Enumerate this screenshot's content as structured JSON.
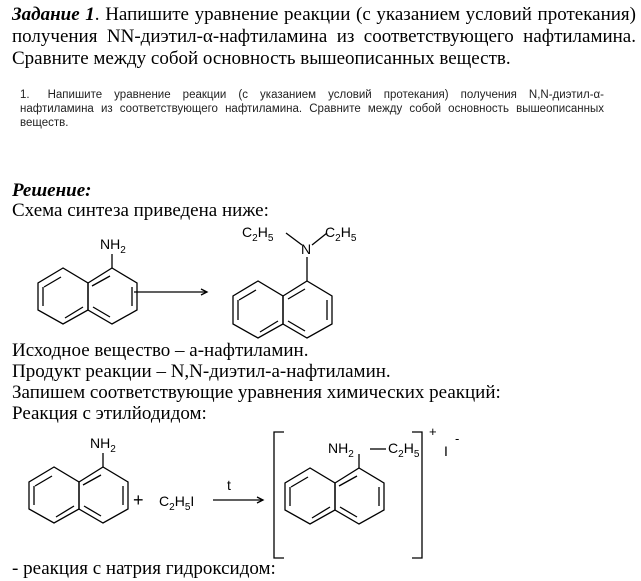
{
  "task": {
    "label": "Задание 1",
    "text": ". Напишите уравнение реакции (с указанием условий протекания) получения NN-диэтил-α-нафтиламина из соответствующего нафтиламина. Сравните между собой основность вышеописанных веществ."
  },
  "scan_excerpt": {
    "number": "1.",
    "text": "Напишите уравнение реакции (с указанием условий протекания) получения N,N-диэтил-α-нафтиламина из соответствующего нафтиламина. Сравните между собой основность вышеописанных веществ."
  },
  "solution": {
    "heading": "Решение:",
    "scheme_intro": "Схема синтеза приведена ниже:",
    "line_start": "Исходное вещество – а-нафтиламин.",
    "line_product": "Продукт реакции – N,N-диэтил-а-нафтиламин.",
    "line_equations": "Запишем соответствующие уравнения химических реакций:",
    "line_reaction1": "Реакция с этилйодидом:",
    "line_reaction2": "- реакция с натрия гидроксидом:"
  },
  "scheme1": {
    "reactant_group": "NH",
    "reactant_sub": "2",
    "product_left_group": "C",
    "product_left_sub1": "2",
    "product_left_mid": "H",
    "product_left_sub2": "5",
    "product_n": "N",
    "product_right_group": "C",
    "product_right_sub1": "2",
    "product_right_mid": "H",
    "product_right_sub2": "5"
  },
  "scheme2": {
    "reactant_group": "NH",
    "reactant_sub": "2",
    "plus": "+",
    "reagent_c": "C",
    "reagent_sub1": "2",
    "reagent_h": "H",
    "reagent_sub2": "5",
    "reagent_i": "I",
    "condition": "t",
    "product_group": "NH",
    "product_sub": "2",
    "product_c": "C",
    "product_sub1": "2",
    "product_h": "H",
    "product_sub2": "5",
    "charge_plus": "+",
    "counter_ion": "I",
    "charge_minus": "-"
  }
}
